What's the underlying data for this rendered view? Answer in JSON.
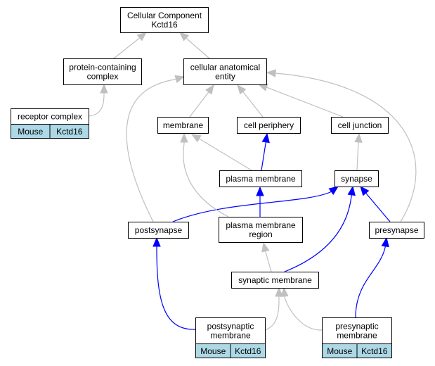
{
  "colors": {
    "is_a_edge": "#c0c0c0",
    "part_of_edge": "#0000ff",
    "annotation_cell": "#add8e6"
  },
  "nodes": {
    "root": {
      "lines": [
        "Cellular Component",
        "Kctd16"
      ]
    },
    "protein_containing_complex": {
      "lines": [
        "protein-containing",
        "complex"
      ]
    },
    "cellular_anatomical_entity": {
      "lines": [
        "cellular anatomical",
        "entity"
      ]
    },
    "receptor_complex": {
      "lines": [
        "receptor complex"
      ],
      "annotation": [
        "Mouse",
        "Kctd16"
      ]
    },
    "membrane": {
      "lines": [
        "membrane"
      ]
    },
    "cell_periphery": {
      "lines": [
        "cell periphery"
      ]
    },
    "cell_junction": {
      "lines": [
        "cell junction"
      ]
    },
    "plasma_membrane": {
      "lines": [
        "plasma membrane"
      ]
    },
    "synapse": {
      "lines": [
        "synapse"
      ]
    },
    "postsynapse": {
      "lines": [
        "postsynapse"
      ]
    },
    "plasma_membrane_region": {
      "lines": [
        "plasma membrane",
        "region"
      ]
    },
    "presynapse": {
      "lines": [
        "presynapse"
      ]
    },
    "synaptic_membrane": {
      "lines": [
        "synaptic membrane"
      ]
    },
    "postsynaptic_membrane": {
      "lines": [
        "postsynaptic",
        "membrane"
      ],
      "annotation": [
        "Mouse",
        "Kctd16"
      ]
    },
    "presynaptic_membrane": {
      "lines": [
        "presynaptic",
        "membrane"
      ],
      "annotation": [
        "Mouse",
        "Kctd16"
      ]
    }
  },
  "edges": [
    {
      "from": "protein_containing_complex",
      "to": "root",
      "relation": "is_a"
    },
    {
      "from": "cellular_anatomical_entity",
      "to": "root",
      "relation": "is_a"
    },
    {
      "from": "receptor_complex",
      "to": "protein_containing_complex",
      "relation": "is_a"
    },
    {
      "from": "membrane",
      "to": "cellular_anatomical_entity",
      "relation": "is_a"
    },
    {
      "from": "cell_periphery",
      "to": "cellular_anatomical_entity",
      "relation": "is_a"
    },
    {
      "from": "cell_junction",
      "to": "cellular_anatomical_entity",
      "relation": "is_a"
    },
    {
      "from": "plasma_membrane",
      "to": "membrane",
      "relation": "is_a"
    },
    {
      "from": "plasma_membrane",
      "to": "cell_periphery",
      "relation": "part_of"
    },
    {
      "from": "synapse",
      "to": "cell_junction",
      "relation": "is_a"
    },
    {
      "from": "postsynapse",
      "to": "cellular_anatomical_entity",
      "relation": "is_a"
    },
    {
      "from": "postsynapse",
      "to": "synapse",
      "relation": "part_of"
    },
    {
      "from": "plasma_membrane_region",
      "to": "plasma_membrane",
      "relation": "part_of"
    },
    {
      "from": "plasma_membrane_region",
      "to": "membrane",
      "relation": "is_a"
    },
    {
      "from": "presynapse",
      "to": "cellular_anatomical_entity",
      "relation": "is_a"
    },
    {
      "from": "presynapse",
      "to": "synapse",
      "relation": "part_of"
    },
    {
      "from": "synaptic_membrane",
      "to": "plasma_membrane_region",
      "relation": "is_a"
    },
    {
      "from": "synaptic_membrane",
      "to": "synapse",
      "relation": "part_of"
    },
    {
      "from": "postsynaptic_membrane",
      "to": "postsynapse",
      "relation": "part_of"
    },
    {
      "from": "postsynaptic_membrane",
      "to": "synaptic_membrane",
      "relation": "is_a"
    },
    {
      "from": "presynaptic_membrane",
      "to": "presynapse",
      "relation": "part_of"
    },
    {
      "from": "presynaptic_membrane",
      "to": "synaptic_membrane",
      "relation": "is_a"
    }
  ]
}
